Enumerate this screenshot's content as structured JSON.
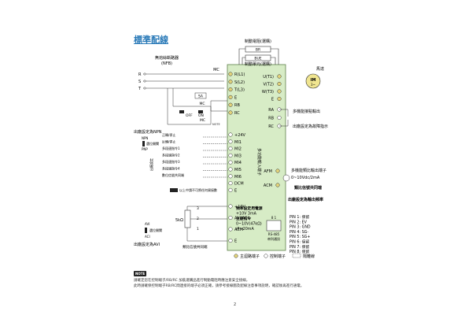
{
  "title": "標準配線",
  "top": {
    "brake_resistor": "制動電阻(選購)",
    "br": "BR",
    "bue": "BUE",
    "brake_unit": "制動單元(選購)"
  },
  "left": {
    "nfb": "無熔絲斷路器",
    "nfb_code": "(NFB)",
    "mc": "MC",
    "phases": [
      "R",
      "S",
      "T"
    ],
    "sa": "SA",
    "mc_small": "MC",
    "off": "OFF",
    "on": "ON",
    "mc_contact": "MC",
    "npn_setting": "出廠設定為NPN",
    "npn": "NPN",
    "pnp": "PNP",
    "setting_mode": "選位開關",
    "di_labels": [
      "正轉/停止",
      "反轉/停止",
      "多段速指令1",
      "多段速指令2",
      "多段速指令3",
      "多段速指令4",
      "數位信號共同端"
    ],
    "factory_default": "出廠設定",
    "shield_note": "以上中請不可將任何資接數",
    "pot": "5kΩ",
    "pot_pins": [
      "3",
      "2",
      "1"
    ],
    "avi_setting": "出廠設定為AVI",
    "avi_switch": "選位開關",
    "avi_tag": "AVI",
    "aci_tag": "ACI",
    "analog_common": "類比信號共同端",
    "note_badge_mid": "NOTE"
  },
  "terminals": {
    "power": [
      "R(L1)",
      "S(L2)",
      "T(L3)",
      "E",
      "RB",
      "RC"
    ],
    "digital": [
      "+24V",
      "MI1",
      "MI2",
      "MI3",
      "MI4",
      "MI5",
      "MI6",
      "DCM",
      "E"
    ],
    "analog": [
      "+10V",
      "AVI/ACI",
      "ACM",
      "E"
    ],
    "analog_desc": [
      "頻率設定用電源",
      "+10V 3mA",
      "主速指令",
      "0~10V(47kΩ)",
      "/4~20mA"
    ],
    "di_group": "多功能輸入端子",
    "output": [
      "U(T1)",
      "V(T2)",
      "W(T3)",
      "E"
    ],
    "motor": "馬達",
    "motor_symbol": "IM",
    "motor_phase": "3~",
    "relay": [
      "RA",
      "RB",
      "RC"
    ],
    "relay_title": "多機能接點輸出",
    "relay_note": "出廠設定為故障指示",
    "afm": "AFM",
    "afm_title": "多機能類比輸出端子",
    "afm_range": "0~10Vdc/2mA",
    "acm": "ACM",
    "acm_note": "類比信號共同端",
    "afm_setting": "出廠設定為輸出頻率",
    "rs485_pin": "8    1",
    "rs485": "RS-485",
    "rs485_sub": "串列通訊",
    "pins": [
      "PIN 1: 保留",
      "PIN 2: EV",
      "PIN 3: GND",
      "PIN 4: SG-",
      "PIN 5: SG+",
      "PIN 6: 保留",
      "PIN 7: 保留",
      "PIN 8: 保留"
    ]
  },
  "legend": {
    "main": "主迴路端子",
    "control": "控制端子",
    "shield": "隔離線"
  },
  "notes": {
    "badge": "NOTE",
    "lines": [
      "請確定您在控制端子/RB/RC 加裝選購品進行制動電阻時應注意安全接線。",
      "此時請確保控制端子RB/RC間連接的端子必須正確，請參考接線圖及配線注意事項說明，確認後再進行通電。"
    ]
  },
  "page_number": "2",
  "colors": {
    "panel": "#d7ecc6",
    "panel_border": "#5e7f4a",
    "title": "#2a7ab8",
    "terminal": "#e2d37a",
    "motor": "#f0e590"
  }
}
